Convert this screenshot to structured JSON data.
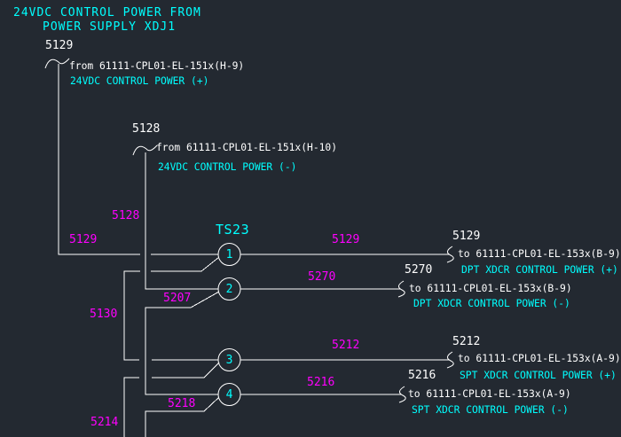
{
  "colors": {
    "background": "#232931",
    "wire_line": "#ffffff",
    "label_cyan": "#00ffff",
    "wire_tag_magenta": "#ff00ff",
    "text_white": "#ffffff"
  },
  "header": {
    "title_line1": "24VDC CONTROL POWER FROM",
    "title_line2": "POWER SUPPLY XDJ1"
  },
  "sources": [
    {
      "wire_no": "5129",
      "origin": "from 61111-CPL01-EL-151x(H-9)",
      "description": "24VDC CONTROL POWER (+)"
    },
    {
      "wire_no": "5128",
      "origin": "from 61111-CPL01-EL-151x(H-10)",
      "description": "24VDC CONTROL POWER (-)"
    }
  ],
  "feed_tags": {
    "positive": "5129",
    "negative": "5128"
  },
  "terminal_strip": {
    "label": "TS23"
  },
  "terminals": [
    {
      "number": "1",
      "wire_no": "5129",
      "destination": "to 61111-CPL01-EL-153x(B-9)",
      "description": "DPT XDCR CONTROL POWER (+)"
    },
    {
      "number": "2",
      "wire_no": "5270",
      "destination": "to 61111-CPL01-EL-153x(B-9)",
      "description": "DPT XDCR CONTROL POWER (-)"
    },
    {
      "number": "3",
      "wire_no": "5212",
      "destination": "to 61111-CPL01-EL-153x(A-9)",
      "description": "SPT XDCR CONTROL POWER (+)"
    },
    {
      "number": "4",
      "wire_no": "5216",
      "destination": "to 61111-CPL01-EL-153x(A-9)",
      "description": "SPT XDCR CONTROL POWER (-)"
    }
  ],
  "jumper_tags": {
    "t1_to_t3": "5130",
    "t2_to_t4": "5207",
    "t3_down": "5214",
    "t4_down": "5218"
  }
}
